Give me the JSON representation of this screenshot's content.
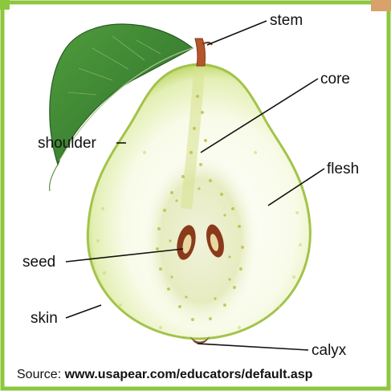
{
  "labels": {
    "stem": "stem",
    "core": "core",
    "shoulder": "shoulder",
    "flesh": "flesh",
    "seed": "seed",
    "skin": "skin",
    "calyx": "calyx"
  },
  "source": {
    "prefix": "Source: ",
    "url": "www.usapear.com/educators/default.asp"
  },
  "colors": {
    "frame": "#8dc63f",
    "flesh": "#fbfdf0",
    "skin": "#b9d45a",
    "leaf": "#3c8a3a",
    "stem": "#b5562a",
    "seed": "#8a3a1a"
  }
}
